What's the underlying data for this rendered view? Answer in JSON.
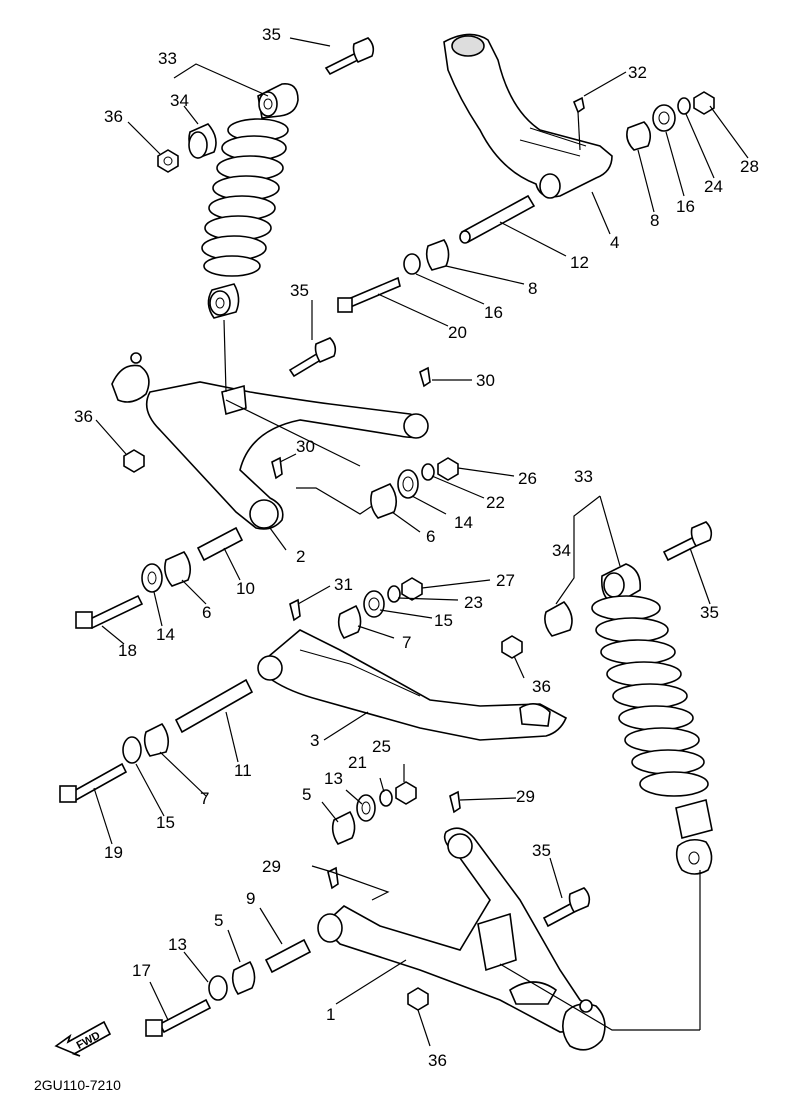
{
  "diagram_code": "2GU110-7210",
  "fwd_label": "FWD",
  "callouts": {
    "c1": "1",
    "c2": "2",
    "c3": "3",
    "c4": "4",
    "c5a": "5",
    "c5b": "5",
    "c6a": "6",
    "c6b": "6",
    "c7a": "7",
    "c7b": "7",
    "c8a": "8",
    "c8b": "8",
    "c9": "9",
    "c10": "10",
    "c11": "11",
    "c12": "12",
    "c13a": "13",
    "c13b": "13",
    "c14a": "14",
    "c14b": "14",
    "c15a": "15",
    "c15b": "15",
    "c16a": "16",
    "c16b": "16",
    "c17": "17",
    "c18": "18",
    "c19": "19",
    "c20": "20",
    "c21": "21",
    "c22": "22",
    "c23": "23",
    "c24": "24",
    "c25": "25",
    "c26": "26",
    "c27": "27",
    "c28": "28",
    "c29a": "29",
    "c29b": "29",
    "c30a": "30",
    "c30b": "30",
    "c31": "31",
    "c32": "32",
    "c33a": "33",
    "c33b": "33",
    "c34a": "34",
    "c34b": "34",
    "c35a": "35",
    "c35b": "35",
    "c35c": "35",
    "c35d": "35",
    "c36a": "36",
    "c36b": "36",
    "c36c": "36",
    "c36d": "36"
  }
}
